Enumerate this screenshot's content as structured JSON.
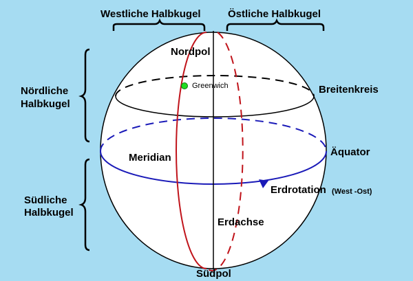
{
  "labels": {
    "west": "Westliche Halbkugel",
    "east": "Östliche Halbkugel",
    "north_1": "Nördliche",
    "north_2": "Halbkugel",
    "south_1": "Südliche",
    "south_2": "Halbkugel",
    "north_pole": "Nordpol",
    "south_pole": "Südpol",
    "greenwich": "Greenwich",
    "latitude": "Breitenkreis",
    "equator": "Äquator",
    "meridian": "Meridian",
    "rotation": "Erdrotation",
    "rotation_dir": "(West -Ost)",
    "axis": "Erdachse"
  },
  "colors": {
    "background": "#a6dcf2",
    "meridian": "#c0131a",
    "equator": "#1a1ab8",
    "greenwich_dot": "#22dd22"
  }
}
